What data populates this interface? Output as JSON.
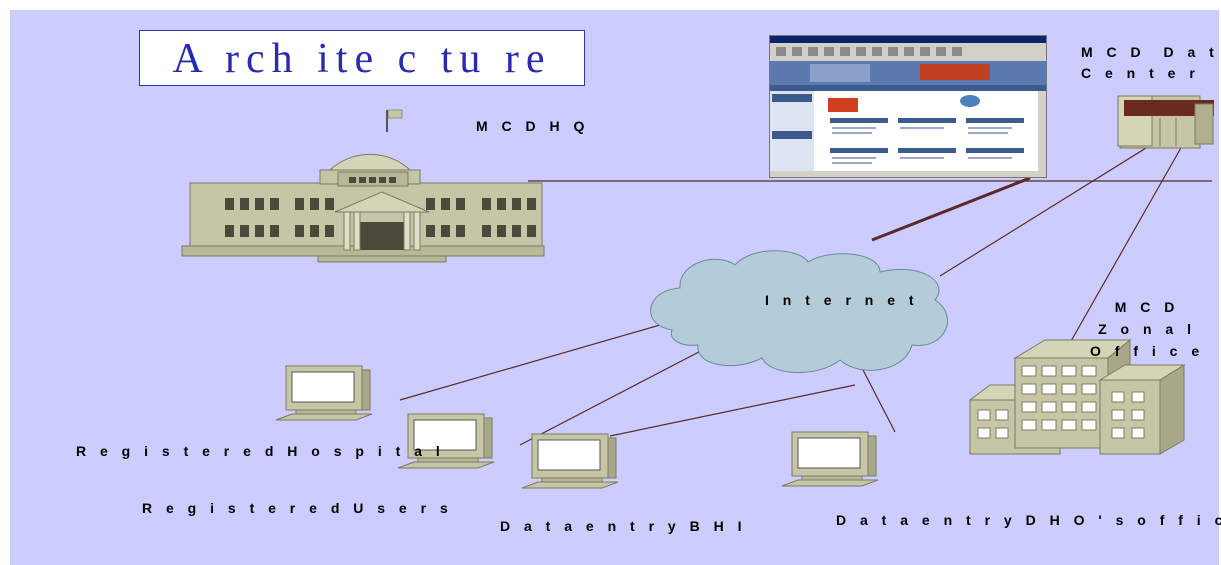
{
  "title": "A rch ite c tu re",
  "labels": {
    "hq": "M C D  H Q",
    "data_center": "M C D  D a t a\nC e n t e r",
    "internet": "I n t e r n e t",
    "zonal_office": "M C D\nZ o n a l\nO f f i c e",
    "registered_hospital": "R e g i s t e r e d  H o s p i t a l",
    "registered_users": "R e g i s t e r e d  U s e r s",
    "data_entry_bhi": "D a t a  e n t r y   B H I",
    "data_entry_dho": "D a t a  e n t r y   D H O ' s  o f f i c e"
  },
  "colors": {
    "slide_bg": "#ccccff",
    "title_text": "#2a2ab0",
    "building": "#c6c6a6",
    "cloud": "#b4ccd8",
    "line": "#5a2a2a"
  },
  "icons": [
    "hq-building-icon",
    "web-screenshot-icon",
    "server-icon",
    "cloud-icon",
    "office-building-icon",
    "computer-icon"
  ]
}
